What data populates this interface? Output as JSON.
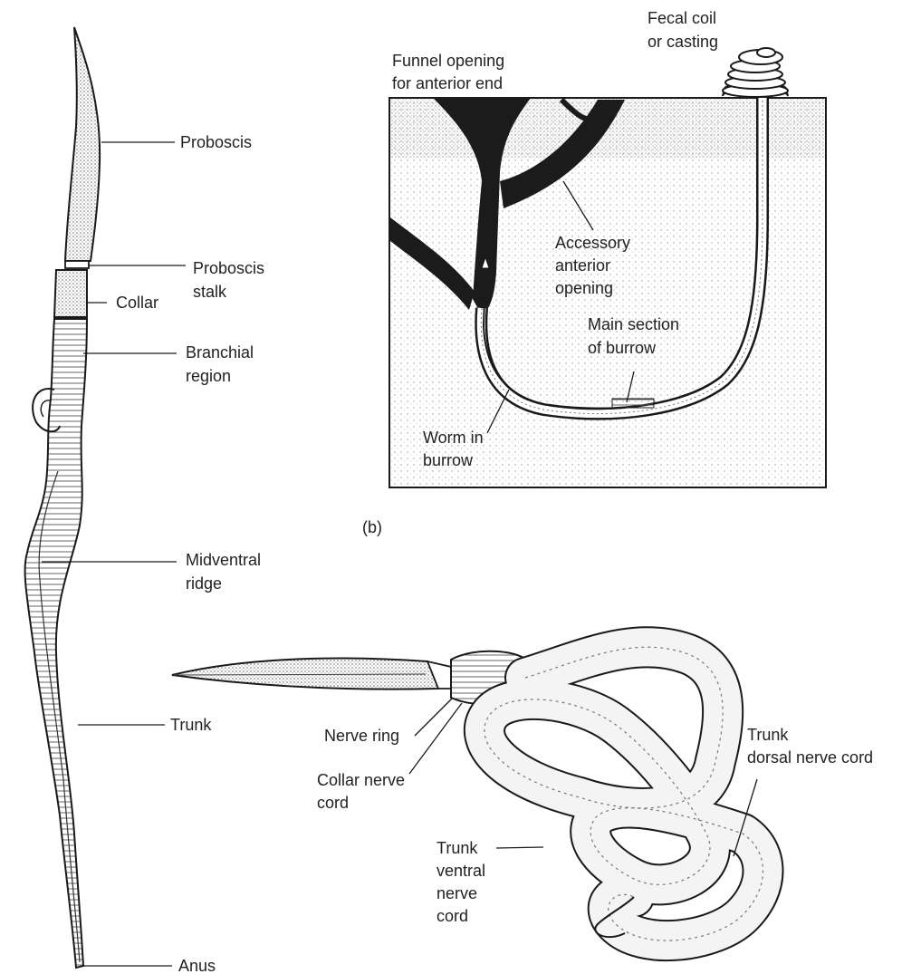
{
  "figure": {
    "panel_b_label": "(b)",
    "colors": {
      "ink": "#1a1a1a",
      "paper": "#ffffff",
      "soil": "#f1f1f1",
      "soil_top": "#e2e2e2"
    }
  },
  "worm_a_labels": {
    "proboscis": "Proboscis",
    "proboscis_stalk_1": "Proboscis",
    "proboscis_stalk_2": "stalk",
    "collar": "Collar",
    "branchial_1": "Branchial",
    "branchial_2": "region",
    "midventral_1": "Midventral",
    "midventral_2": "ridge",
    "trunk": "Trunk",
    "anus": "Anus"
  },
  "burrow_labels": {
    "fecal_1": "Fecal coil",
    "fecal_2": "or casting",
    "funnel_1": "Funnel opening",
    "funnel_2": "for anterior end",
    "accessory_1": "Accessory",
    "accessory_2": "anterior",
    "accessory_3": "opening",
    "main_1": "Main section",
    "main_2": "of burrow",
    "worm_1": "Worm in",
    "worm_2": "burrow"
  },
  "worm_c_labels": {
    "nerve_ring": "Nerve ring",
    "collar_cord_1": "Collar nerve",
    "collar_cord_2": "cord",
    "dorsal_1": "Trunk",
    "dorsal_2": "dorsal nerve cord",
    "ventral_1": "Trunk",
    "ventral_2": "ventral",
    "ventral_3": "nerve",
    "ventral_4": "cord"
  }
}
